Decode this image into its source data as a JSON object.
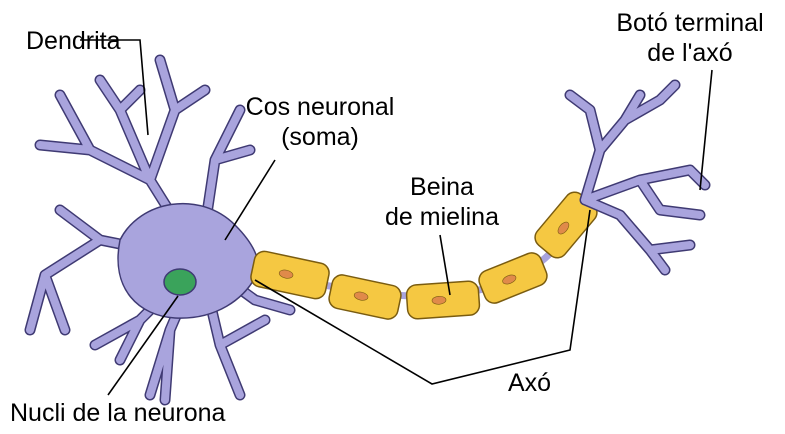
{
  "labels": {
    "dendrite": "Dendrita",
    "soma_line1": "Cos neuronal",
    "soma_line2": "(soma)",
    "myelin_line1": "Beina",
    "myelin_line2": "de mielina",
    "terminal_line1": "Botó terminal",
    "terminal_line2": "de l'axó",
    "axon": "Axó",
    "nucleus": "Nucli de la neurona"
  },
  "colors": {
    "neuron_fill": "#a9a4dd",
    "neuron_stroke": "#3f3a73",
    "myelin_fill": "#f5c842",
    "myelin_stroke": "#7a5c10",
    "node_fill": "#e08a4a",
    "nucleus_fill": "#3aa35b",
    "line": "#000000"
  }
}
